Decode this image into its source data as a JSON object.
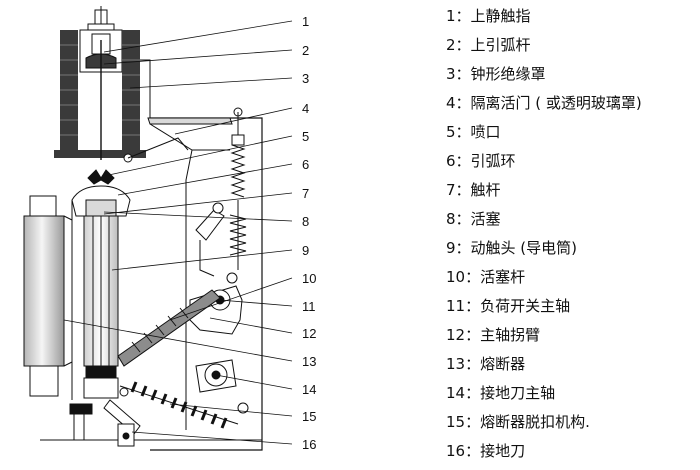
{
  "diagram": {
    "callout_numbers": [
      "1",
      "2",
      "3",
      "4",
      "5",
      "6",
      "7",
      "8",
      "9",
      "10",
      "11",
      "12",
      "13",
      "14",
      "15",
      "16"
    ]
  },
  "legend": {
    "items": [
      "1：上静触指",
      "2：上引弧杆",
      "3：钟形绝缘罩",
      "4：隔离活门 ( 或透明玻璃罩)",
      "5：喷口",
      "6：引弧环",
      "7：触杆",
      "8：活塞",
      "9：动触头 (导电筒)",
      "10：活塞杆",
      "11：负荷开关主轴",
      "12：主轴拐臂",
      "13：熔断器",
      "14：接地刀主轴",
      "15：熔断器脱扣机构.",
      "16：接地刀"
    ]
  },
  "colors": {
    "ink": "#111111",
    "fill_dark": "#3a3a3a",
    "fill_mid": "#8c8c8c",
    "fill_light": "#d9d9d9"
  }
}
